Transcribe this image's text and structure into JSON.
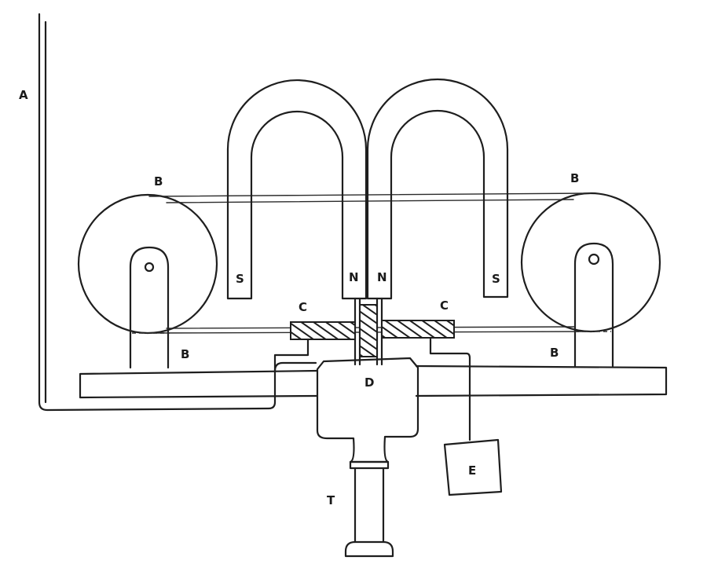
{
  "labels": {
    "wire": "A",
    "belt_top_left": "B",
    "belt_top_right": "B",
    "belt_bottom_left": "B",
    "belt_bottom_right": "B",
    "pole_s_left": "S",
    "pole_n_left": "N",
    "pole_n_right": "N",
    "pole_s_right": "S",
    "disc_left": "C",
    "disc_right": "C",
    "hub": "D",
    "box": "E",
    "tube": "T"
  }
}
